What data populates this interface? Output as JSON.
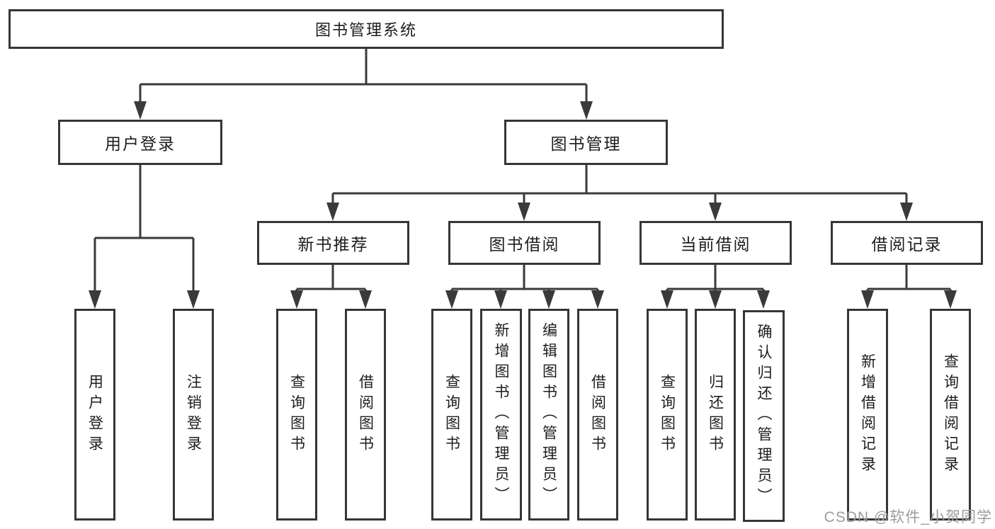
{
  "diagram": {
    "root": {
      "label": "图书管理系统"
    },
    "branches": [
      {
        "label": "用户登录",
        "children": [
          {
            "label": "用户登录"
          },
          {
            "label": "注销登录"
          }
        ]
      },
      {
        "label": "图书管理",
        "groups": [
          {
            "label": "新书推荐",
            "children": [
              {
                "label": "查询图书"
              },
              {
                "label": "借阅图书"
              }
            ]
          },
          {
            "label": "图书借阅",
            "children": [
              {
                "label": "查询图书"
              },
              {
                "label": "新增图书（管理员）"
              },
              {
                "label": "编辑图书（管理员）"
              },
              {
                "label": "借阅图书"
              }
            ]
          },
          {
            "label": "当前借阅",
            "children": [
              {
                "label": "查询图书"
              },
              {
                "label": "归还图书"
              },
              {
                "label": "确认归还（管理员）"
              }
            ]
          },
          {
            "label": "借阅记录",
            "children": [
              {
                "label": "新增借阅记录"
              },
              {
                "label": "查询借阅记录"
              }
            ]
          }
        ]
      }
    ]
  },
  "watermark": {
    "text": "CSDN @软件_小贺同学",
    "color": "#9c9c9c"
  },
  "colors": {
    "line": "#3a3a3a",
    "border": "#363636",
    "text": "#1d1d1d",
    "background": "#ffffff"
  }
}
